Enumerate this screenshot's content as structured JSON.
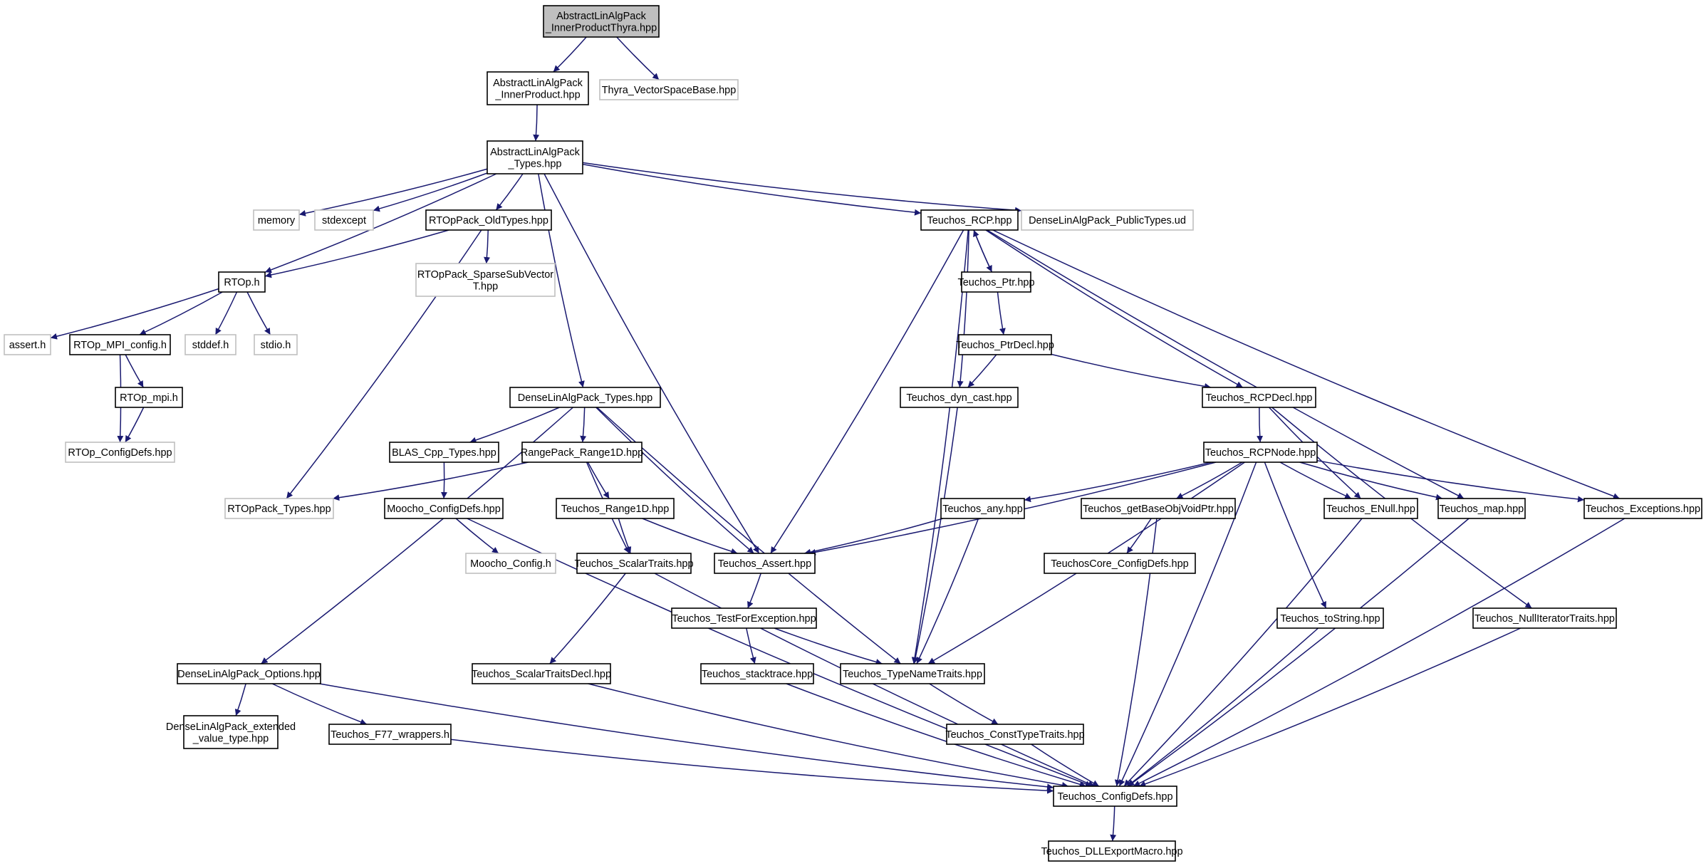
{
  "colors": {
    "edge": "#191970",
    "node_border": "#000000",
    "external_border": "#bfbfbf",
    "root_fill": "#bfbfbf",
    "node_fill": "#ffffff",
    "background": "#ffffff"
  },
  "nodes": [
    {
      "id": "n0",
      "lines": [
        "AbstractLinAlgPack",
        "_InnerProductThyra.hpp"
      ],
      "kind": "root"
    },
    {
      "id": "n1",
      "lines": [
        "AbstractLinAlgPack",
        "_InnerProduct.hpp"
      ],
      "kind": "node"
    },
    {
      "id": "n2",
      "lines": [
        "Thyra_VectorSpaceBase.hpp"
      ],
      "kind": "external"
    },
    {
      "id": "n3",
      "lines": [
        "AbstractLinAlgPack",
        "_Types.hpp"
      ],
      "kind": "node"
    },
    {
      "id": "n4",
      "lines": [
        "memory"
      ],
      "kind": "external"
    },
    {
      "id": "n5",
      "lines": [
        "stdexcept"
      ],
      "kind": "external"
    },
    {
      "id": "n6",
      "lines": [
        "RTOpPack_OldTypes.hpp"
      ],
      "kind": "node"
    },
    {
      "id": "n7",
      "lines": [
        "Teuchos_RCP.hpp"
      ],
      "kind": "node"
    },
    {
      "id": "n8",
      "lines": [
        "DenseLinAlgPack_PublicTypes.ud"
      ],
      "kind": "external"
    },
    {
      "id": "n9",
      "lines": [
        "RTOp.h"
      ],
      "kind": "node"
    },
    {
      "id": "n10",
      "lines": [
        "RTOpPack_SparseSubVector",
        "T.hpp"
      ],
      "kind": "external"
    },
    {
      "id": "n11",
      "lines": [
        "Teuchos_Ptr.hpp"
      ],
      "kind": "node"
    },
    {
      "id": "n12",
      "lines": [
        "assert.h"
      ],
      "kind": "external"
    },
    {
      "id": "n13",
      "lines": [
        "RTOp_MPI_config.h"
      ],
      "kind": "node"
    },
    {
      "id": "n14",
      "lines": [
        "stddef.h"
      ],
      "kind": "external"
    },
    {
      "id": "n15",
      "lines": [
        "stdio.h"
      ],
      "kind": "external"
    },
    {
      "id": "n16",
      "lines": [
        "Teuchos_PtrDecl.hpp"
      ],
      "kind": "node"
    },
    {
      "id": "n17",
      "lines": [
        "RTOp_mpi.h"
      ],
      "kind": "node"
    },
    {
      "id": "n18",
      "lines": [
        "DenseLinAlgPack_Types.hpp"
      ],
      "kind": "node"
    },
    {
      "id": "n19",
      "lines": [
        "Teuchos_dyn_cast.hpp"
      ],
      "kind": "node"
    },
    {
      "id": "n20",
      "lines": [
        "Teuchos_RCPDecl.hpp"
      ],
      "kind": "node"
    },
    {
      "id": "n21",
      "lines": [
        "RTOp_ConfigDefs.hpp"
      ],
      "kind": "external"
    },
    {
      "id": "n22",
      "lines": [
        "BLAS_Cpp_Types.hpp"
      ],
      "kind": "node"
    },
    {
      "id": "n23",
      "lines": [
        "RangePack_Range1D.hpp"
      ],
      "kind": "node"
    },
    {
      "id": "n24",
      "lines": [
        "Teuchos_RCPNode.hpp"
      ],
      "kind": "node"
    },
    {
      "id": "n25",
      "lines": [
        "RTOpPack_Types.hpp"
      ],
      "kind": "external"
    },
    {
      "id": "n26",
      "lines": [
        "Moocho_ConfigDefs.hpp"
      ],
      "kind": "node"
    },
    {
      "id": "n27",
      "lines": [
        "Teuchos_Range1D.hpp"
      ],
      "kind": "node"
    },
    {
      "id": "n28",
      "lines": [
        "Teuchos_any.hpp"
      ],
      "kind": "node"
    },
    {
      "id": "n29",
      "lines": [
        "Teuchos_getBaseObjVoidPtr.hpp"
      ],
      "kind": "node"
    },
    {
      "id": "n30",
      "lines": [
        "Teuchos_ENull.hpp"
      ],
      "kind": "node"
    },
    {
      "id": "n31",
      "lines": [
        "Teuchos_map.hpp"
      ],
      "kind": "node"
    },
    {
      "id": "n32",
      "lines": [
        "Teuchos_Exceptions.hpp"
      ],
      "kind": "node"
    },
    {
      "id": "n33",
      "lines": [
        "Moocho_Config.h"
      ],
      "kind": "external"
    },
    {
      "id": "n34",
      "lines": [
        "Teuchos_ScalarTraits.hpp"
      ],
      "kind": "node"
    },
    {
      "id": "n35",
      "lines": [
        "Teuchos_Assert.hpp"
      ],
      "kind": "node"
    },
    {
      "id": "n36",
      "lines": [
        "TeuchosCore_ConfigDefs.hpp"
      ],
      "kind": "node"
    },
    {
      "id": "n37",
      "lines": [
        "Teuchos_TestForException.hpp"
      ],
      "kind": "node"
    },
    {
      "id": "n38",
      "lines": [
        "Teuchos_toString.hpp"
      ],
      "kind": "node"
    },
    {
      "id": "n39",
      "lines": [
        "Teuchos_NullIteratorTraits.hpp"
      ],
      "kind": "node"
    },
    {
      "id": "n40",
      "lines": [
        "DenseLinAlgPack_Options.hpp"
      ],
      "kind": "node"
    },
    {
      "id": "n41",
      "lines": [
        "Teuchos_ScalarTraitsDecl.hpp"
      ],
      "kind": "node"
    },
    {
      "id": "n42",
      "lines": [
        "Teuchos_stacktrace.hpp"
      ],
      "kind": "node"
    },
    {
      "id": "n43",
      "lines": [
        "Teuchos_TypeNameTraits.hpp"
      ],
      "kind": "node"
    },
    {
      "id": "n44",
      "lines": [
        "DenseLinAlgPack_extended",
        "_value_type.hpp"
      ],
      "kind": "node"
    },
    {
      "id": "n45",
      "lines": [
        "Teuchos_F77_wrappers.h"
      ],
      "kind": "node"
    },
    {
      "id": "n46",
      "lines": [
        "Teuchos_ConstTypeTraits.hpp"
      ],
      "kind": "node"
    },
    {
      "id": "n47",
      "lines": [
        "Teuchos_ConfigDefs.hpp"
      ],
      "kind": "node"
    },
    {
      "id": "n48",
      "lines": [
        "Teuchos_DLLExportMacro.hpp"
      ],
      "kind": "node"
    }
  ],
  "edges": [
    [
      "n0",
      "n1"
    ],
    [
      "n0",
      "n2"
    ],
    [
      "n1",
      "n3"
    ],
    [
      "n3",
      "n4"
    ],
    [
      "n3",
      "n5"
    ],
    [
      "n3",
      "n6"
    ],
    [
      "n3",
      "n9"
    ],
    [
      "n3",
      "n18"
    ],
    [
      "n3",
      "n35"
    ],
    [
      "n3",
      "n7"
    ],
    [
      "n3",
      "n8"
    ],
    [
      "n6",
      "n9"
    ],
    [
      "n6",
      "n10"
    ],
    [
      "n6",
      "n25"
    ],
    [
      "n9",
      "n12"
    ],
    [
      "n9",
      "n13"
    ],
    [
      "n9",
      "n14"
    ],
    [
      "n9",
      "n15"
    ],
    [
      "n13",
      "n17"
    ],
    [
      "n13",
      "n21"
    ],
    [
      "n17",
      "n21"
    ],
    [
      "n7",
      "n35"
    ],
    [
      "n7",
      "n43"
    ],
    [
      "n7",
      "n19"
    ],
    [
      "n7",
      "n11"
    ],
    [
      "n7",
      "n20"
    ],
    [
      "n7",
      "n31"
    ],
    [
      "n7",
      "n32"
    ],
    [
      "n11",
      "n7"
    ],
    [
      "n11",
      "n16"
    ],
    [
      "n16",
      "n19"
    ],
    [
      "n16",
      "n20"
    ],
    [
      "n19",
      "n43"
    ],
    [
      "n20",
      "n24"
    ],
    [
      "n20",
      "n30"
    ],
    [
      "n20",
      "n39"
    ],
    [
      "n18",
      "n40"
    ],
    [
      "n18",
      "n22"
    ],
    [
      "n18",
      "n23"
    ],
    [
      "n18",
      "n35"
    ],
    [
      "n18",
      "n43"
    ],
    [
      "n22",
      "n26"
    ],
    [
      "n23",
      "n25"
    ],
    [
      "n23",
      "n34"
    ],
    [
      "n23",
      "n27"
    ],
    [
      "n27",
      "n34"
    ],
    [
      "n27",
      "n35"
    ],
    [
      "n26",
      "n33"
    ],
    [
      "n26",
      "n47"
    ],
    [
      "n24",
      "n35"
    ],
    [
      "n24",
      "n28"
    ],
    [
      "n24",
      "n43"
    ],
    [
      "n24",
      "n29"
    ],
    [
      "n24",
      "n47"
    ],
    [
      "n24",
      "n38"
    ],
    [
      "n24",
      "n30"
    ],
    [
      "n24",
      "n31"
    ],
    [
      "n24",
      "n32"
    ],
    [
      "n28",
      "n35"
    ],
    [
      "n28",
      "n43"
    ],
    [
      "n29",
      "n36"
    ],
    [
      "n29",
      "n47"
    ],
    [
      "n30",
      "n47"
    ],
    [
      "n31",
      "n47"
    ],
    [
      "n32",
      "n47"
    ],
    [
      "n38",
      "n47"
    ],
    [
      "n39",
      "n47"
    ],
    [
      "n34",
      "n41"
    ],
    [
      "n34",
      "n47"
    ],
    [
      "n41",
      "n47"
    ],
    [
      "n35",
      "n37"
    ],
    [
      "n37",
      "n42"
    ],
    [
      "n37",
      "n43"
    ],
    [
      "n42",
      "n47"
    ],
    [
      "n43",
      "n46"
    ],
    [
      "n46",
      "n47"
    ],
    [
      "n40",
      "n44"
    ],
    [
      "n40",
      "n45"
    ],
    [
      "n40",
      "n47"
    ],
    [
      "n45",
      "n47"
    ],
    [
      "n47",
      "n48"
    ]
  ]
}
